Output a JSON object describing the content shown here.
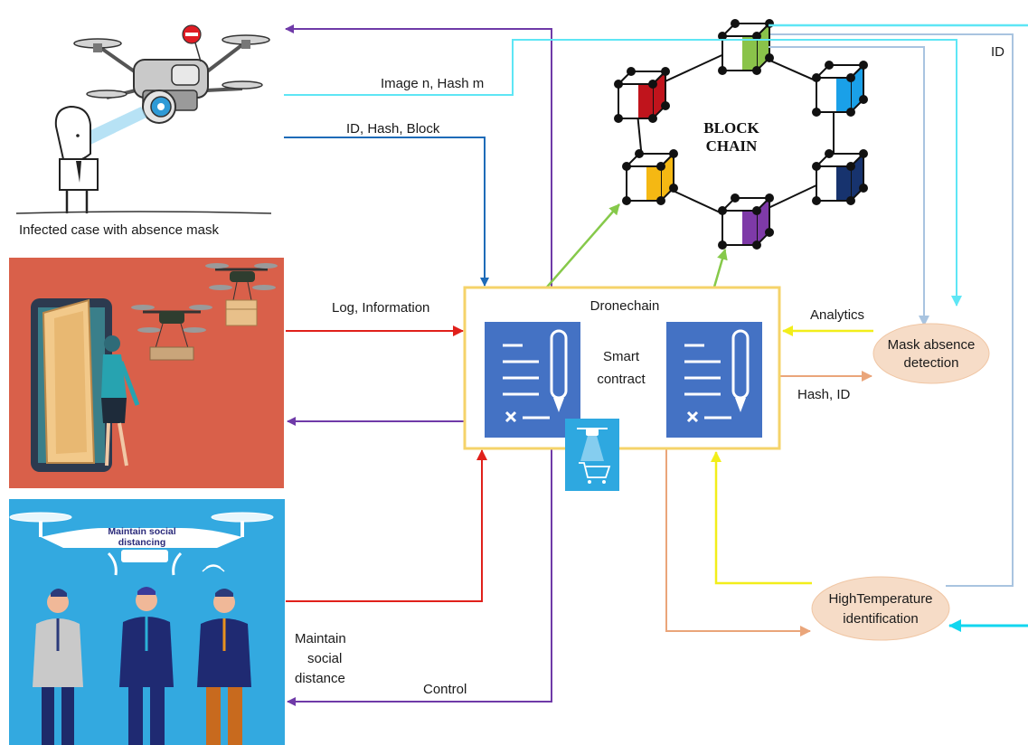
{
  "colors": {
    "purple": "#6f3aa8",
    "cyan": "#5ee6f5",
    "lightblue": "#a9c4e0",
    "darkblue": "#1e6bb8",
    "red": "#e0201b",
    "green": "#86c94a",
    "yellow": "#f2ee1a",
    "salmon": "#eaa57a",
    "node_fill": "#f6dcc7",
    "contract_blue": "#4472c4",
    "panel_red": "#d9604a",
    "panel_blue": "#33a9e0",
    "frame": "#f5d36a"
  },
  "top_panel": {
    "caption": "Infected case with absence mask"
  },
  "poster": {
    "title_line1": "Maintain social",
    "title_line2": "distancing"
  },
  "blockchain": {
    "title_line1": "BLOCK",
    "title_line2": "CHAIN",
    "block_colors": [
      "#8ac34a",
      "#1aa0e8",
      "#17336e",
      "#7e3aa8",
      "#f5b813",
      "#c0141c"
    ]
  },
  "dronechain": {
    "title": "Dronechain",
    "contract_line1": "Smart",
    "contract_line2": "contract"
  },
  "nodes": {
    "mask_line1": "Mask absence",
    "mask_line2": "detection",
    "temp_line1": "HighTemperature",
    "temp_line2": "identification"
  },
  "labels": {
    "image_hash": "Image n, Hash m",
    "id_hash_block": "ID, Hash, Block",
    "log_info": "Log, Information",
    "analytics": "Analytics",
    "hash_id": "Hash, ID",
    "id_top": "ID",
    "maintain_1": "Maintain",
    "maintain_2": "social",
    "maintain_3": "distance",
    "control": "Control"
  }
}
